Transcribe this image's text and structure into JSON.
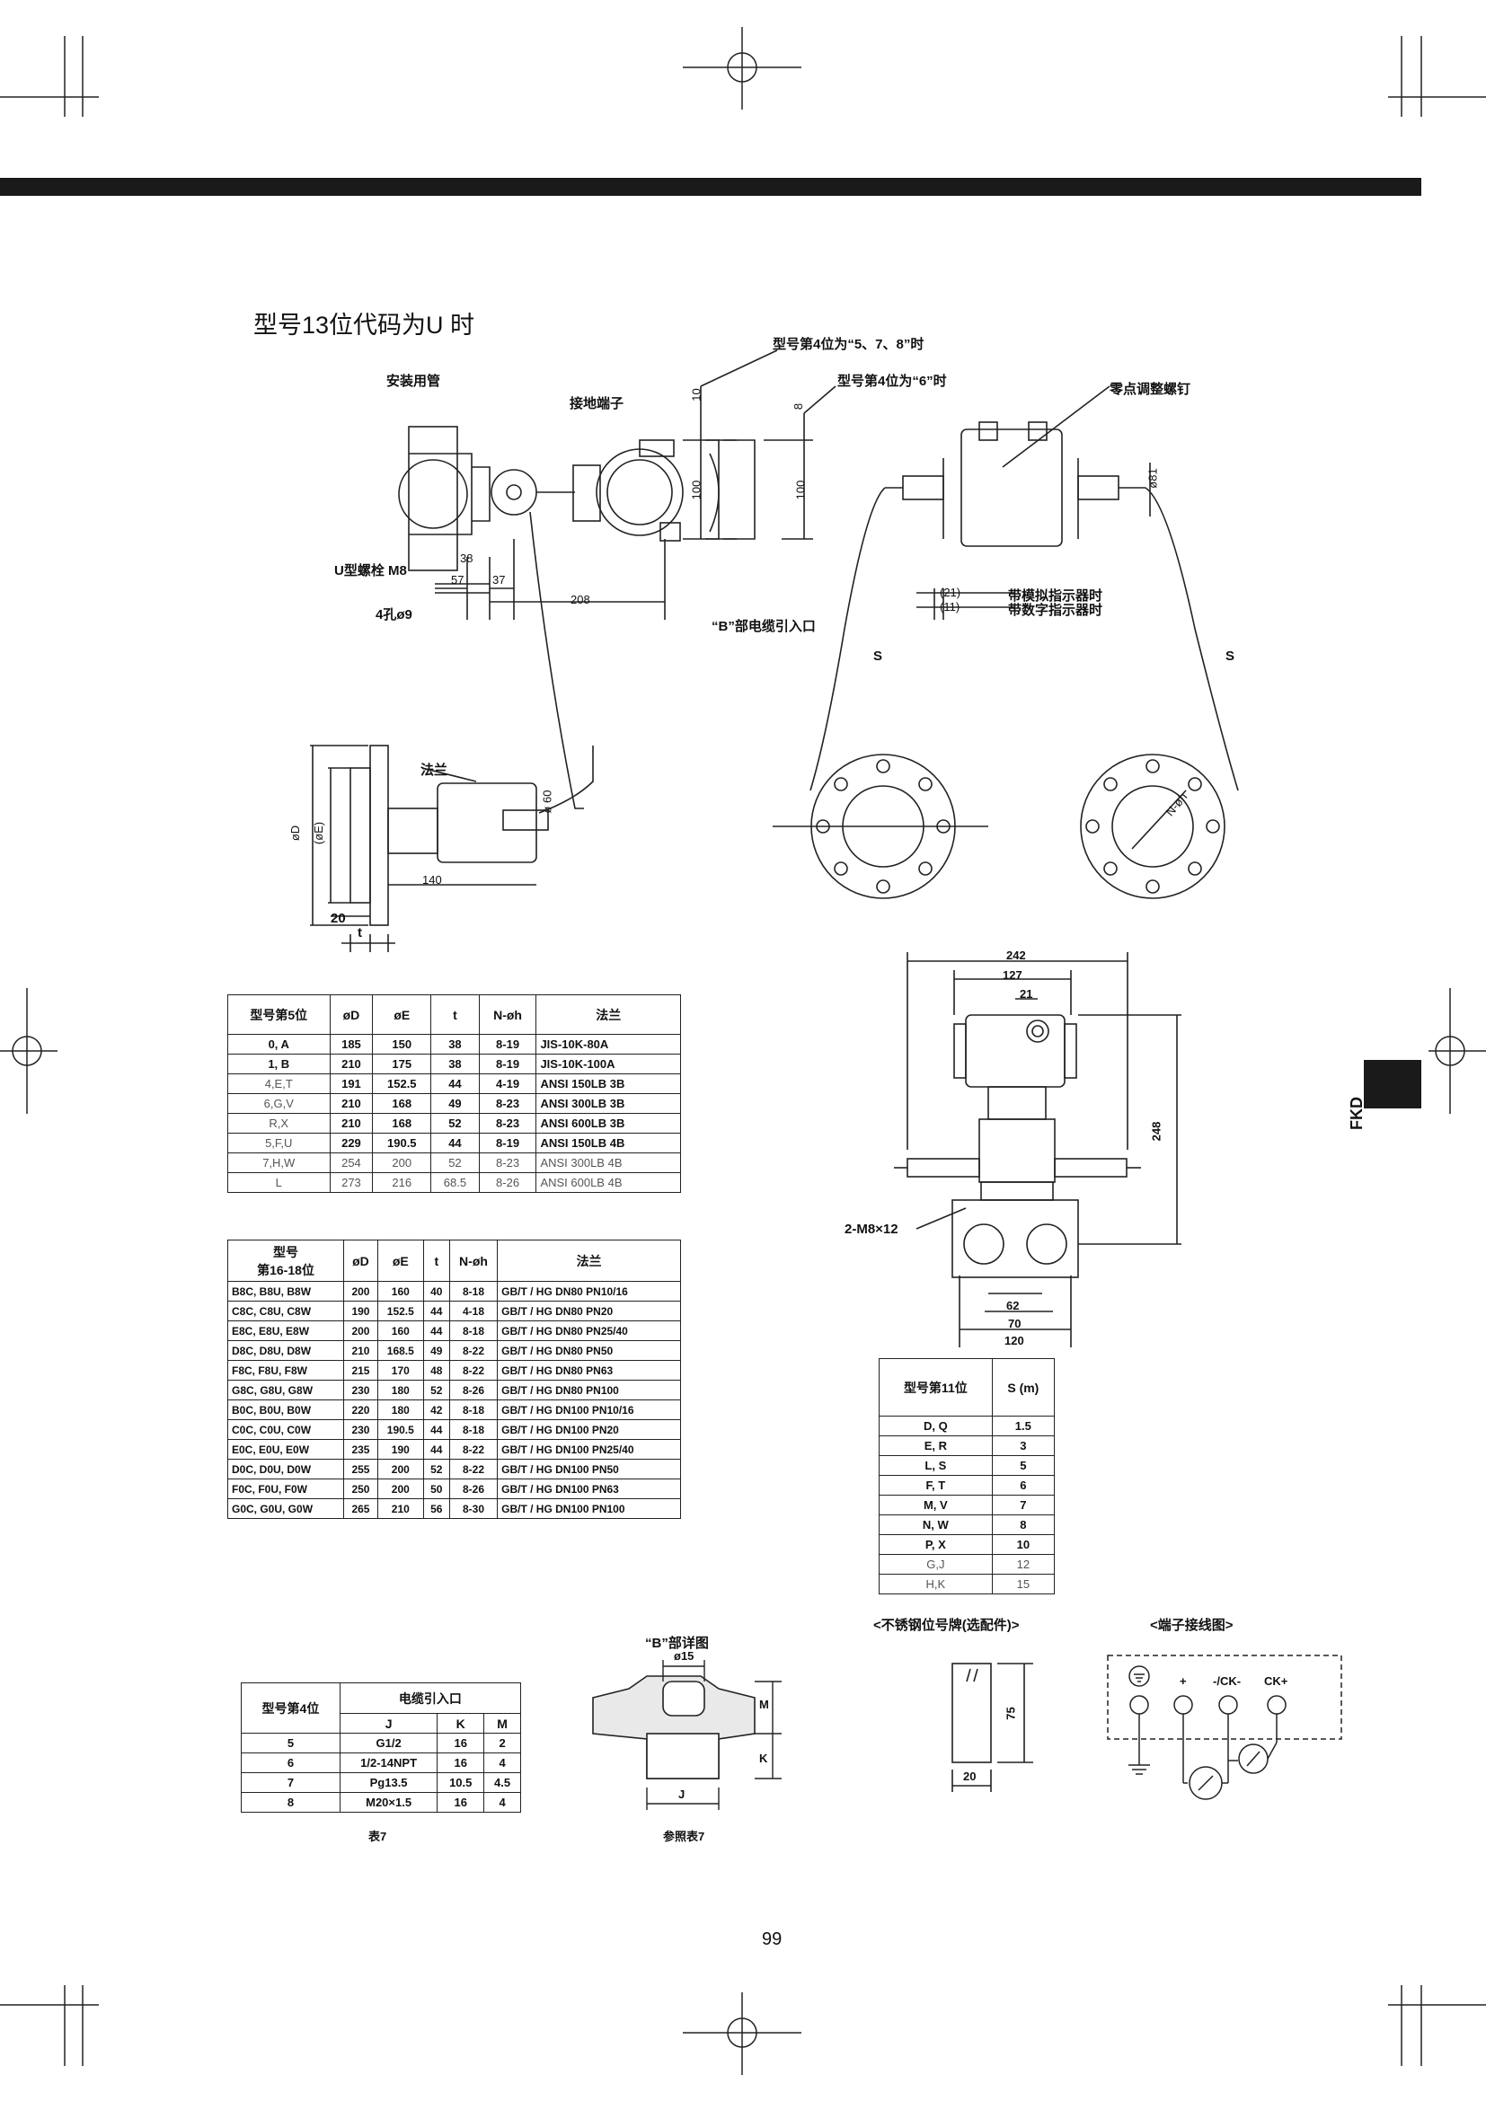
{
  "side_tag": "FKD",
  "page_number": "99",
  "title": "型号13位代码为U 时",
  "labels": {
    "install_pipe": "安装用管",
    "ground_terminal": "接地端子",
    "u_bolt": "U型螺栓 M8",
    "holes": "4孔ø9",
    "cable_entry_b": "“B”部电缆引入口",
    "pos4_578": "型号第4位为“5、7、8”时",
    "pos4_6": "型号第4位为“6”时",
    "zero_screw": "零点调整螺钉",
    "analog_indicator": "带模拟指示器时",
    "digital_indicator": "带数字指示器时",
    "flange": "法兰",
    "bolt_label": "2-M8×12",
    "b_detail_title": "“B”部详图",
    "ref_table7": "参照表7",
    "table7": "表7",
    "nameplate_title": "<不锈钢位号牌(选配件)>",
    "wiring_title": "<端子接线图>"
  },
  "dims": {
    "d38": "38",
    "d57": "57",
    "d37": "37",
    "d208": "208",
    "d10": "10",
    "d8": "8",
    "d100a": "100",
    "d100b": "100",
    "d21": "(21)",
    "d11": "(11)",
    "d81": "ø81",
    "dD": "øD",
    "dE": "(øE)",
    "d60": "ø 60",
    "d140": "140",
    "d20": "20",
    "dt": "t",
    "S1": "S",
    "S2": "S",
    "nh": "N-øh",
    "d242": "242",
    "d127": "127",
    "d21b": "21",
    "d248": "248",
    "d62": "62",
    "d70": "70",
    "d120": "120",
    "d15": "ø15",
    "dM": "M",
    "dK": "K",
    "dJ": "J",
    "d75": "75",
    "d20b": "20"
  },
  "wiring": {
    "plus": "+",
    "ck_minus": "-/CK-",
    "ck_plus": "CK+"
  },
  "table1": {
    "headers": [
      "型号第5位",
      "øD",
      "øE",
      "t",
      "N-øh",
      "法兰"
    ],
    "rows": [
      [
        "0, A",
        "185",
        "150",
        "38",
        "8-19",
        "JIS-10K-80A"
      ],
      [
        "1, B",
        "210",
        "175",
        "38",
        "8-19",
        "JIS-10K-100A"
      ],
      [
        "4,E,T",
        "191",
        "152.5",
        "44",
        "4-19",
        "ANSI 150LB 3B"
      ],
      [
        "6,G,V",
        "210",
        "168",
        "49",
        "8-23",
        "ANSI 300LB 3B"
      ],
      [
        "R,X",
        "210",
        "168",
        "52",
        "8-23",
        "ANSI 600LB 3B"
      ],
      [
        "5,F,U",
        "229",
        "190.5",
        "44",
        "8-19",
        "ANSI 150LB 4B"
      ],
      [
        "7,H,W",
        "254",
        "200",
        "52",
        "8-23",
        "ANSI 300LB 4B"
      ],
      [
        "L",
        "273",
        "216",
        "68.5",
        "8-26",
        "ANSI 600LB 4B"
      ]
    ]
  },
  "table2": {
    "headers": [
      "型号\n第16-18位",
      "øD",
      "øE",
      "t",
      "N-øh",
      "法兰"
    ],
    "rows": [
      [
        "B8C, B8U, B8W",
        "200",
        "160",
        "40",
        "8-18",
        "GB/T / HG DN80 PN10/16"
      ],
      [
        "C8C, C8U, C8W",
        "190",
        "152.5",
        "44",
        "4-18",
        "GB/T / HG DN80 PN20"
      ],
      [
        "E8C, E8U, E8W",
        "200",
        "160",
        "44",
        "8-18",
        "GB/T / HG DN80 PN25/40"
      ],
      [
        "D8C, D8U, D8W",
        "210",
        "168.5",
        "49",
        "8-22",
        "GB/T / HG DN80 PN50"
      ],
      [
        "F8C, F8U, F8W",
        "215",
        "170",
        "48",
        "8-22",
        "GB/T / HG DN80 PN63"
      ],
      [
        "G8C, G8U, G8W",
        "230",
        "180",
        "52",
        "8-26",
        "GB/T / HG DN80 PN100"
      ],
      [
        "B0C, B0U, B0W",
        "220",
        "180",
        "42",
        "8-18",
        "GB/T / HG DN100 PN10/16"
      ],
      [
        "C0C, C0U, C0W",
        "230",
        "190.5",
        "44",
        "8-18",
        "GB/T / HG DN100 PN20"
      ],
      [
        "E0C, E0U, E0W",
        "235",
        "190",
        "44",
        "8-22",
        "GB/T / HG DN100 PN25/40"
      ],
      [
        "D0C, D0U, D0W",
        "255",
        "200",
        "52",
        "8-22",
        "GB/T / HG DN100 PN50"
      ],
      [
        "F0C, F0U, F0W",
        "250",
        "200",
        "50",
        "8-26",
        "GB/T / HG DN100 PN63"
      ],
      [
        "G0C, G0U, G0W",
        "265",
        "210",
        "56",
        "8-30",
        "GB/T / HG DN100 PN100"
      ]
    ]
  },
  "table3": {
    "headers": [
      "型号第11位",
      "S (m)"
    ],
    "rows": [
      [
        "D, Q",
        "1.5"
      ],
      [
        "E, R",
        "3"
      ],
      [
        "L, S",
        "5"
      ],
      [
        "F, T",
        "6"
      ],
      [
        "M, V",
        "7"
      ],
      [
        "N, W",
        "8"
      ],
      [
        "P, X",
        "10"
      ],
      [
        "G,J",
        "12"
      ],
      [
        "H,K",
        "15"
      ]
    ]
  },
  "table4": {
    "header_row": "型号第4位",
    "header_group": "电缆引入口",
    "sub": [
      "J",
      "K",
      "M"
    ],
    "rows": [
      [
        "5",
        "G1/2",
        "16",
        "2"
      ],
      [
        "6",
        "1/2-14NPT",
        "16",
        "4"
      ],
      [
        "7",
        "Pg13.5",
        "10.5",
        "4.5"
      ],
      [
        "8",
        "M20×1.5",
        "16",
        "4"
      ]
    ]
  }
}
